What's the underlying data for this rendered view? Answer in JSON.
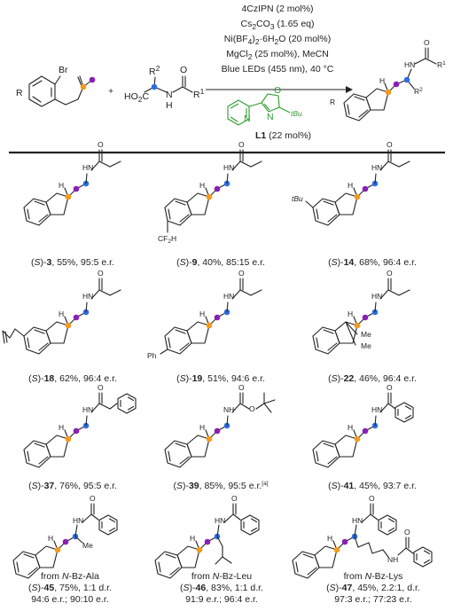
{
  "conditions": {
    "photocatalyst": "4CzIPN (2 mol%)",
    "base_main": "Cs",
    "base_sub": "2",
    "base_rest": "CO",
    "base_sub2": "3",
    "base_eq": " (1.65 eq)",
    "nickel": "Ni(BF",
    "nickel_sub": "4",
    "nickel_sub2": "2",
    "nickel_rest": "·6H",
    "nickel_sub3": "2",
    "nickel_end": "O (20 mol%)",
    "additive": "MgCl",
    "additive_sub": "2",
    "additive_rest": " (25 mol%), MeCN",
    "light": "Blue LEDs (455 nm), 40 °C",
    "ligand_label": "L1",
    "ligand_loading": " (22 mol%)",
    "ligand_tbu": "tBu",
    "ligand_n1": "N",
    "ligand_n2": "N",
    "ligand_o": "O"
  },
  "reactants": {
    "r_label": "R",
    "br_label": "Br",
    "plus": "+",
    "acid_label": "HO",
    "acid_sub": "2",
    "acid_c": "C",
    "r2_label": "R",
    "r2_sup": "2",
    "n_label": "N",
    "h_label": "H",
    "o_label": "O",
    "r1_label": "R",
    "r1_sup": "1"
  },
  "product_general": {
    "r_label": "R",
    "h_label": "H",
    "hn_label": "HN",
    "o_label": "O",
    "r1_label": "R",
    "r1_sup": "1",
    "r2_label": "R",
    "r2_sup": "2"
  },
  "products": [
    {
      "pre": "(",
      "s": "S",
      "mid": ")-",
      "num": "3",
      "rest": ", 55%, 95:5 e.r."
    },
    {
      "pre": "(",
      "s": "S",
      "mid": ")-",
      "num": "9",
      "rest": ", 40%, 85:15 e.r."
    },
    {
      "pre": "(",
      "s": "S",
      "mid": ")-",
      "num": "14",
      "rest": ", 68%, 96:4 e.r."
    },
    {
      "pre": "(",
      "s": "S",
      "mid": ")-",
      "num": "18",
      "rest": ", 62%, 96:4 e.r."
    },
    {
      "pre": "(",
      "s": "S",
      "mid": ")-",
      "num": "19",
      "rest": ", 51%, 94:6 e.r."
    },
    {
      "pre": "(",
      "s": "S",
      "mid": ")-",
      "num": "22",
      "rest": ", 46%, 96:4 e.r."
    },
    {
      "pre": "(",
      "s": "S",
      "mid": ")-",
      "num": "37",
      "rest": ", 76%, 95:5 e.r."
    },
    {
      "pre": "(",
      "s": "S",
      "mid": ")-",
      "num": "39",
      "rest": ", 85%, 95:5 e.r.",
      "sup": "[a]"
    },
    {
      "pre": "(",
      "s": "S",
      "mid": ")-",
      "num": "41",
      "rest": ", 45%, 93:7 e.r."
    }
  ],
  "bottom_products": [
    {
      "from": "from ",
      "n": "N",
      "src": "-Bz-Ala",
      "pre": "(",
      "s": "S",
      "mid": ")-",
      "num": "45",
      "rest": ", 75%, 1:1 d.r.",
      "er": "94:6 e.r.; 90:10 e.r."
    },
    {
      "from": "from ",
      "n": "N",
      "src": "-Bz-Leu",
      "pre": "(",
      "s": "S",
      "mid": ")-",
      "num": "46",
      "rest": ", 83%, 1:1 d.r.",
      "er": "91:9 e.r.; 96:4 e.r."
    },
    {
      "from": "from ",
      "n": "N",
      "src": "-Bz-Lys",
      "pre": "(",
      "s": "S",
      "mid": ")-",
      "num": "47",
      "rest": ", 45%, 2.2:1, d.r.",
      "er": "97:3 e.r.; 77:23 e.r."
    }
  ],
  "atom_labels": {
    "hn": "HN",
    "h": "H",
    "o": "O",
    "nh": "NH",
    "me": "Me",
    "tbu": "tBu",
    "cf2h": "CF",
    "cf2h_sub": "2",
    "cf2h_end": "H",
    "ph": "Ph"
  },
  "colors": {
    "orange": "#f39a1d",
    "purple": "#8a1fb5",
    "blue": "#2f6fe6",
    "pink": "#f0607a",
    "green": "#2e9c2e"
  }
}
